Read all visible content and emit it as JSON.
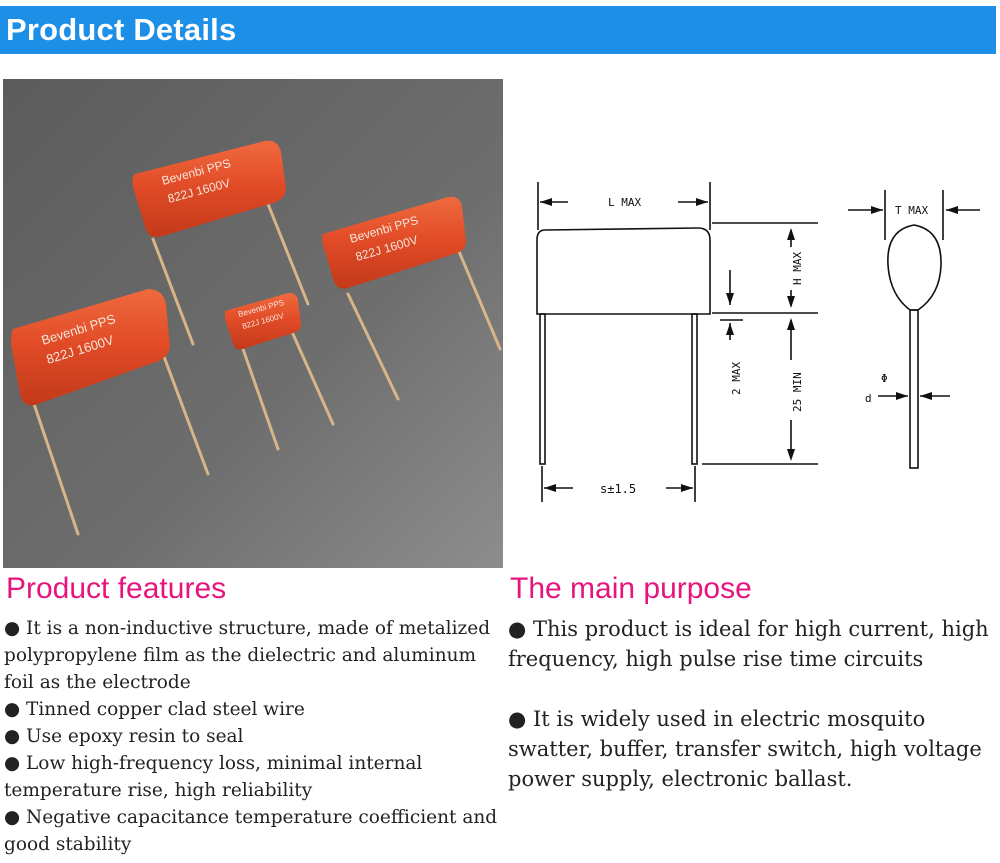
{
  "banner": {
    "title": "Product Details",
    "color": "#1e8fe6"
  },
  "photo": {
    "capacitors": [
      {
        "line1": "Bevenbi PPS",
        "line2": "822J 1600V"
      },
      {
        "line1": "Bevenbi PPS",
        "line2": "822J 1600V"
      },
      {
        "line1": "Bevenbi PPS",
        "line2": "822J 1600V"
      },
      {
        "line1": "Bevenbi PPS",
        "line2": "822J 1600V"
      }
    ],
    "body_color": "#e04a26"
  },
  "diagram": {
    "l_max": "L MAX",
    "t_max": "T MAX",
    "h_max": "H MAX",
    "two_max": "2 MAX",
    "min_25": "25 MIN",
    "spacing": "s±1.5",
    "d_label": "d",
    "phi_label": "Φ"
  },
  "features": {
    "heading": "Product features",
    "items": [
      "● It is a non-inductive structure, made of metalized polypropylene film as the dielectric and aluminum foil as the electrode",
      "● Tinned copper clad steel wire",
      "● Use epoxy resin to seal",
      "● Low high-frequency loss, minimal internal temperature rise, high reliability",
      "● Negative capacitance temperature coefficient and good stability"
    ]
  },
  "purpose": {
    "heading": "The main purpose",
    "items": [
      "● This product is ideal for high current, high frequency, high pulse rise time circuits",
      "● It is widely used in electric mosquito swatter, buffer, transfer switch, high voltage power supply, electronic ballast."
    ]
  },
  "heading_color": "#e8147d"
}
